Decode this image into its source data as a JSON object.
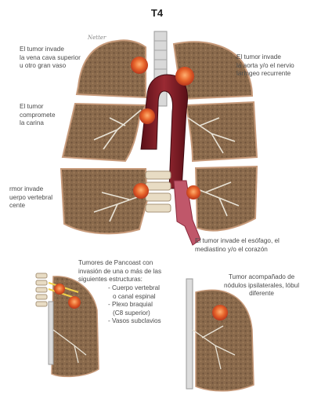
{
  "title": "T4",
  "labels": {
    "vena_cava": [
      "El tumor invade",
      "la vena cava superior",
      "u otro gran vaso"
    ],
    "aorta": [
      "El tumor invade",
      "la aorta y/o el nervio",
      "laríngeo recurrente"
    ],
    "carina": [
      "El tumor",
      "compromete",
      "la carina"
    ],
    "vertebral": [
      "rmor invade",
      "uerpo vertebral",
      "cente"
    ],
    "esophagus": [
      "El tumor invade el esófago, el",
      "mediastino y/o el corazón"
    ],
    "pancoast_intro": [
      "Tumores de Pancoast con",
      "invasión de una o más de las",
      "siguientes estructuras:"
    ],
    "pancoast_items": [
      "- Cuerpo vertebral",
      "o canal espinal",
      "- Plexo braquial",
      "(C8 superior)",
      "- Vasos subclavios"
    ],
    "nodules": [
      "Tumor acompañado de",
      "nódulos ipsilaterales, lóbul",
      "diferente"
    ]
  },
  "signature": "Netter",
  "colors": {
    "lung_fill": "#8a6a4c",
    "lung_edge": "#c79a7a",
    "tumor": "#e6632a",
    "aorta": "#7a1a22",
    "trachea": "#d9d9d9",
    "text": "#4a4a4a"
  }
}
